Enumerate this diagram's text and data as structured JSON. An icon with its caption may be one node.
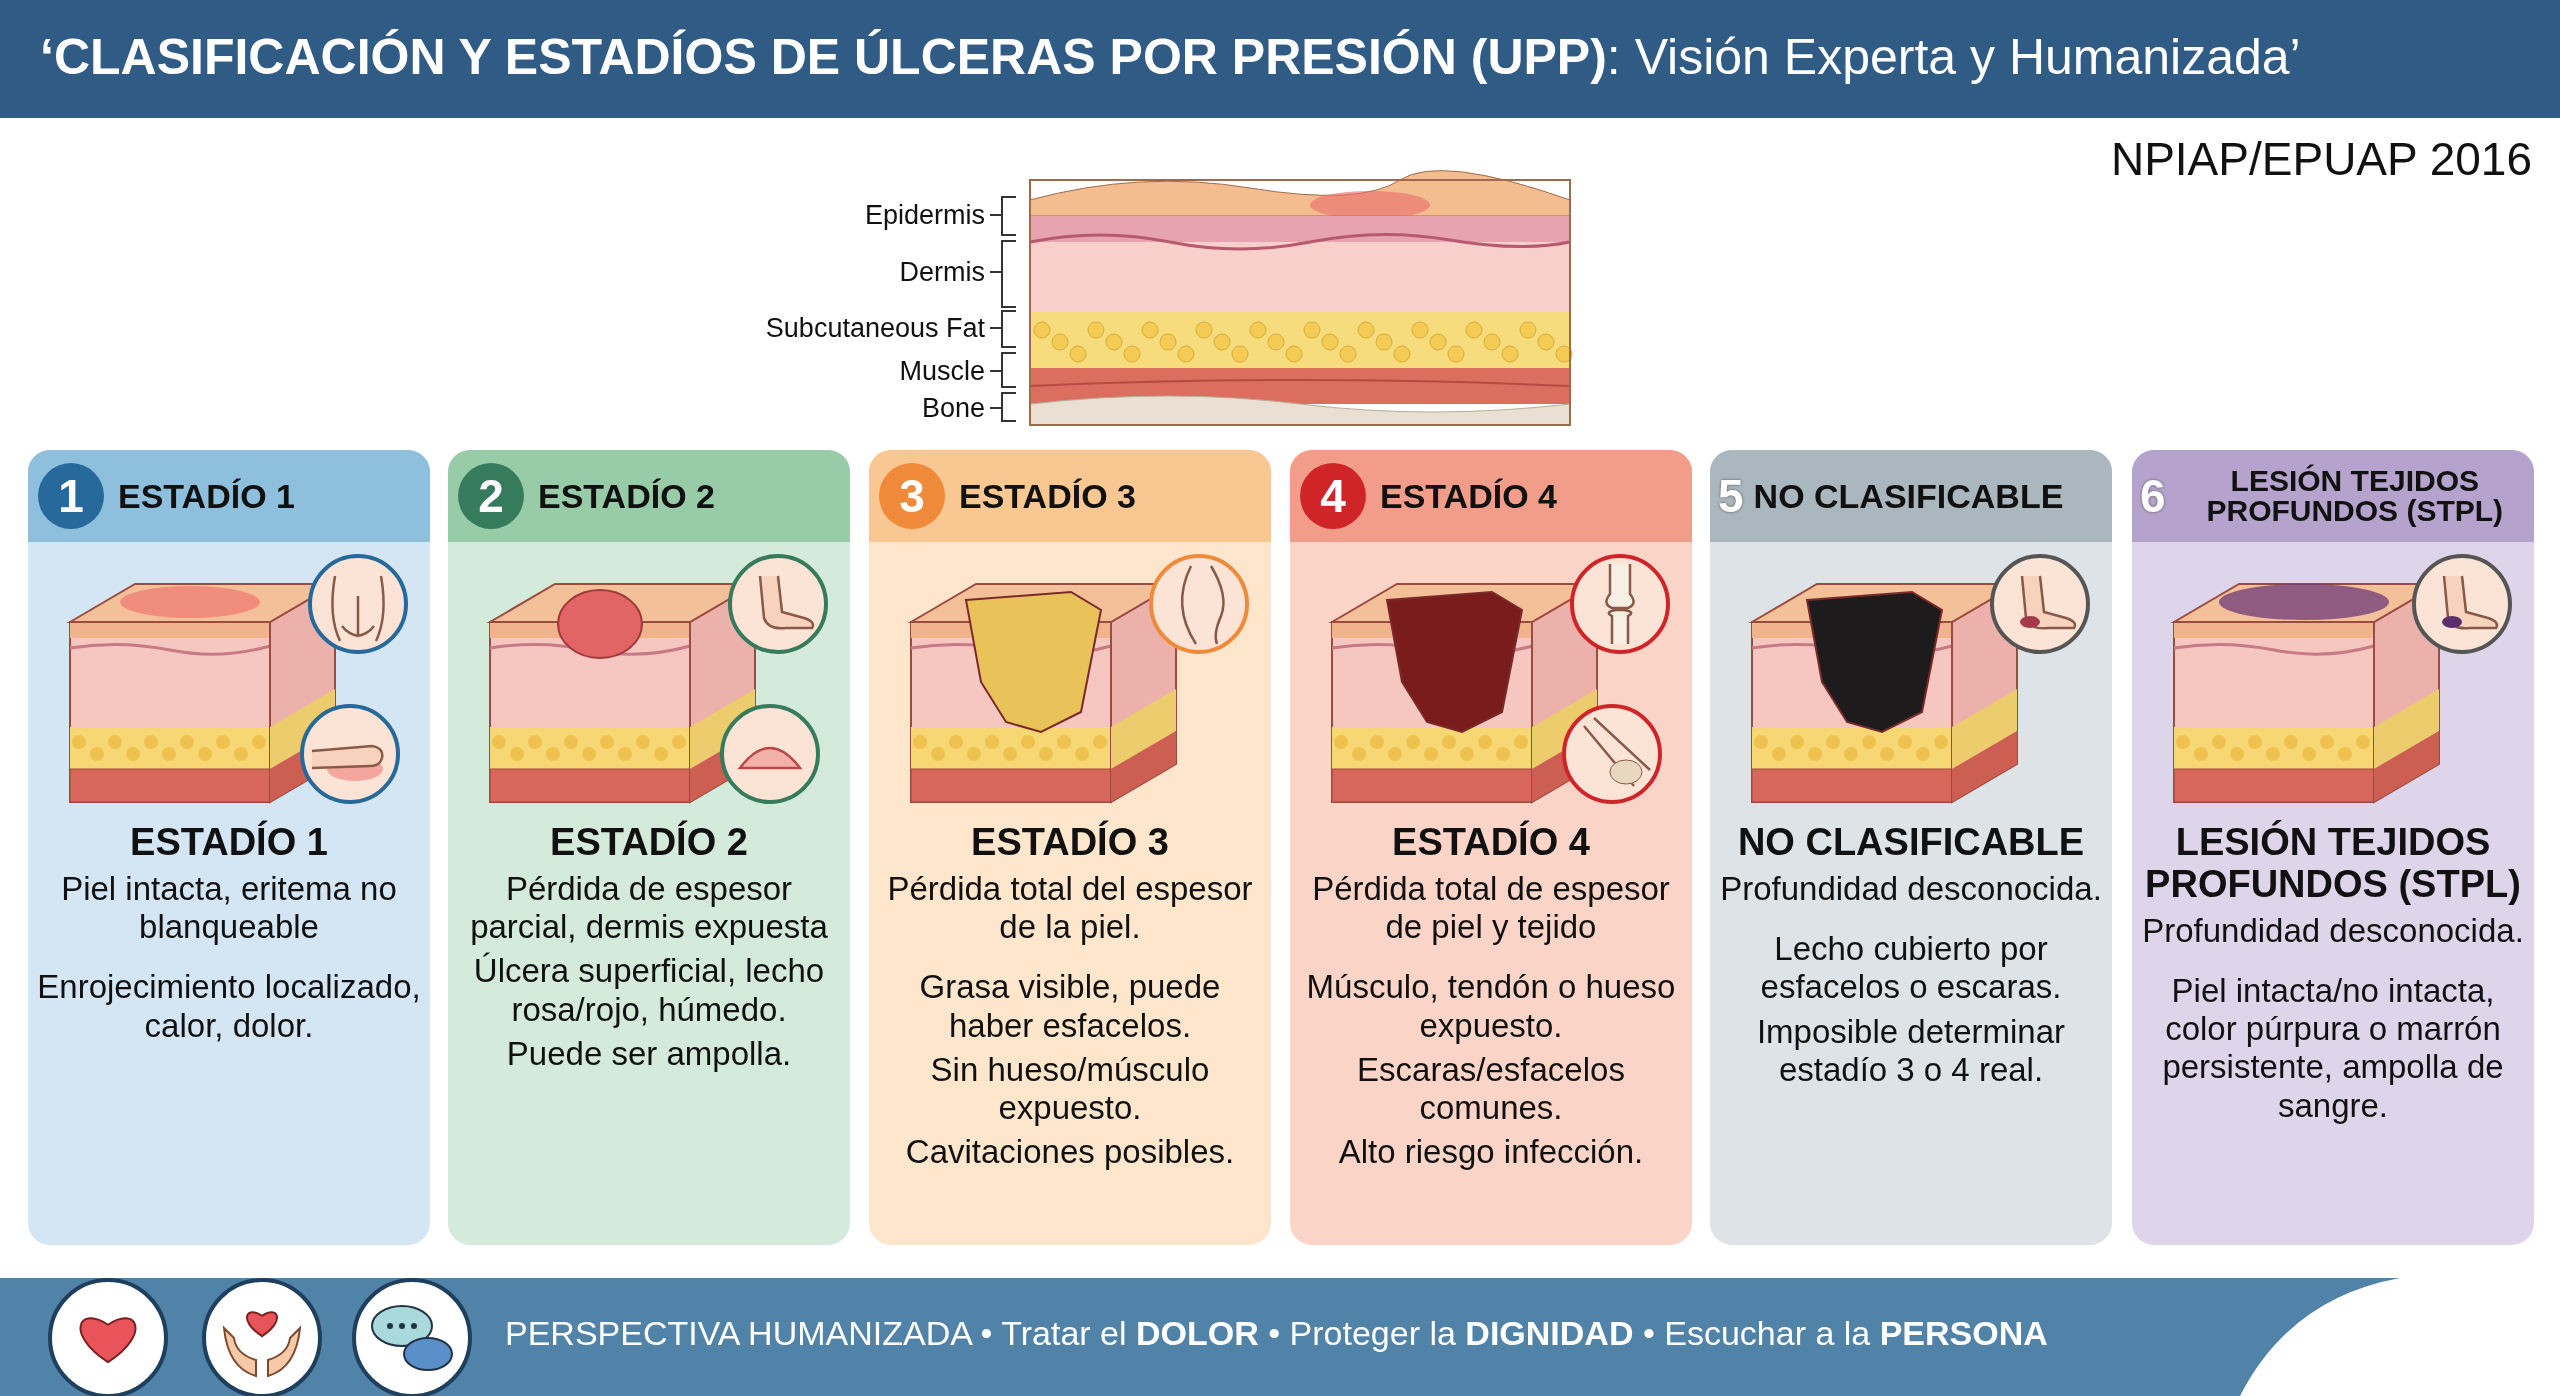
{
  "diagram": {
    "title": "**‘CLASIFICACIÓN Y ESTADÍOS DE ÚLCERAS POR PRESIÓN (UPP)**: Visión Experta y Humanizada’",
    "nodes": [
      {
        "text": [
          "1",
          "ESTADÍO 1",
          "ESTADÍO 1",
          "Piel intacta, eritema no blanqueable",
          "Enrojecimiento localizado, calor, dolor."
        ]
      },
      {
        "text": [
          "2",
          "ESTADÍO 2",
          "ESTADÍO 2",
          "Pérdida de espesor parcial, dermis expuesta",
          "Úlcera superficial, lecho rosa/rojo, húmedo.",
          "Puede ser ampolla."
        ]
      },
      {
        "text": [
          "3",
          "ESTADÍO 3",
          "ESTADÍO 3",
          "Pérdida total del espesor de la piel.",
          "Grasa visible, puede haber esfacelos.",
          "Sin hueso/músculo expuesto.",
          "Cavitaciones posibles."
        ]
      },
      {
        "text": [
          "4",
          "ESTADÍO 4",
          "ESTADÍO 4",
          "Pérdida total de espesor de piel y tejido",
          "Músculo, tendón o hueso expuesto.",
          "Escaras/esfacelos comunes.",
          "Alto riesgo infección."
        ]
      },
      {
        "text": [
          "5",
          "NO CLASIFICABLE",
          "NO CLASIFICABLE",
          "Profundidad desconocida.",
          "Lecho cubierto por esfacelos o escaras.",
          "Imposible determinar estadío 3 o 4 real."
        ]
      },
      {
        "text": [
          "6",
          "LESIÓN TEJIDOS PROFUNDOS (STPL)",
          "LESIÓN TEJIDOS PROFUNDOS (STPL)",
          "Profundidad desconocida.",
          "Piel intacta/no intacta, color púrpura o marrón persistente, ampolla de sangre."
        ]
      }
    ],
    "edges": [],
    "labels": [
      "NPIAP/EPUAP 2016",
      "Epidermis",
      "Dermis",
      "Subcutaneous Fat",
      "Muscle",
      "Bone",
      "PERSPECTIVA HUMANIZADA • Tratar el **DOLOR** • Proteger la **DIGNIDAD** • Escuchar a la **PERSONA**"
    ]
  }
}
